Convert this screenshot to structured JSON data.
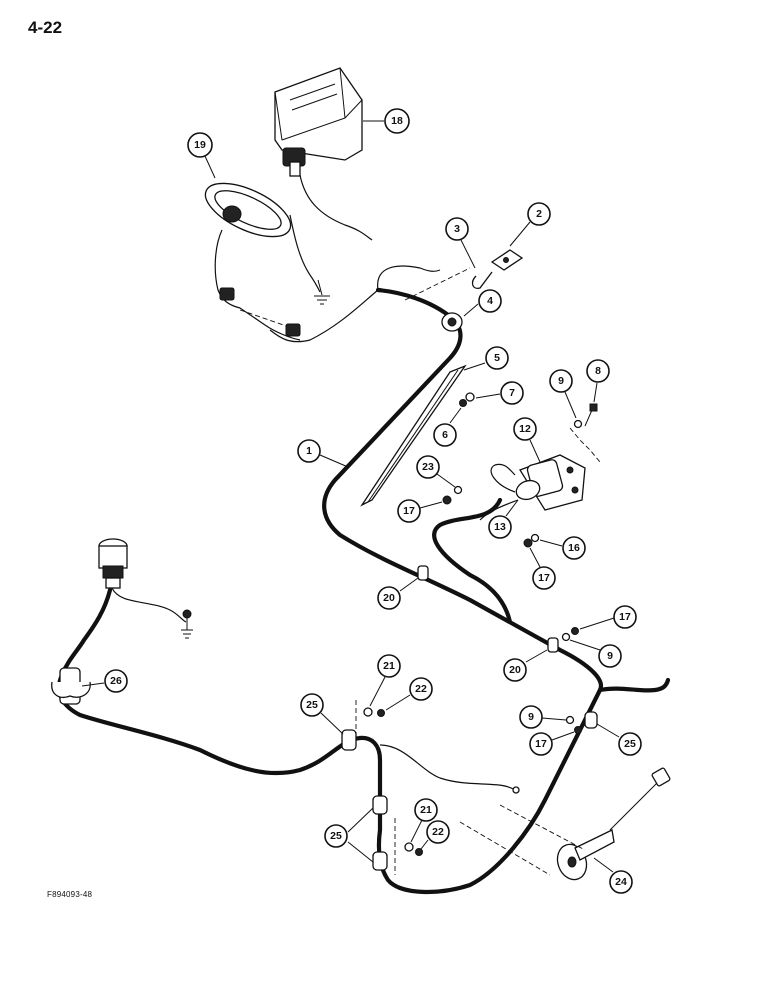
{
  "page": {
    "number": "4-22",
    "figure_code": "F894093-48"
  },
  "callouts": [
    {
      "label": "18"
    },
    {
      "label": "19"
    },
    {
      "label": "3"
    },
    {
      "label": "2"
    },
    {
      "label": "4"
    },
    {
      "label": "5"
    },
    {
      "label": "7"
    },
    {
      "label": "6"
    },
    {
      "label": "9"
    },
    {
      "label": "8"
    },
    {
      "label": "1"
    },
    {
      "label": "12"
    },
    {
      "label": "23"
    },
    {
      "label": "17"
    },
    {
      "label": "13"
    },
    {
      "label": "16"
    },
    {
      "label": "17"
    },
    {
      "label": "20"
    },
    {
      "label": "17"
    },
    {
      "label": "9"
    },
    {
      "label": "20"
    },
    {
      "label": "26"
    },
    {
      "label": "21"
    },
    {
      "label": "22"
    },
    {
      "label": "25"
    },
    {
      "label": "9"
    },
    {
      "label": "17"
    },
    {
      "label": "25"
    },
    {
      "label": "21"
    },
    {
      "label": "22"
    },
    {
      "label": "25"
    },
    {
      "label": "24"
    }
  ]
}
